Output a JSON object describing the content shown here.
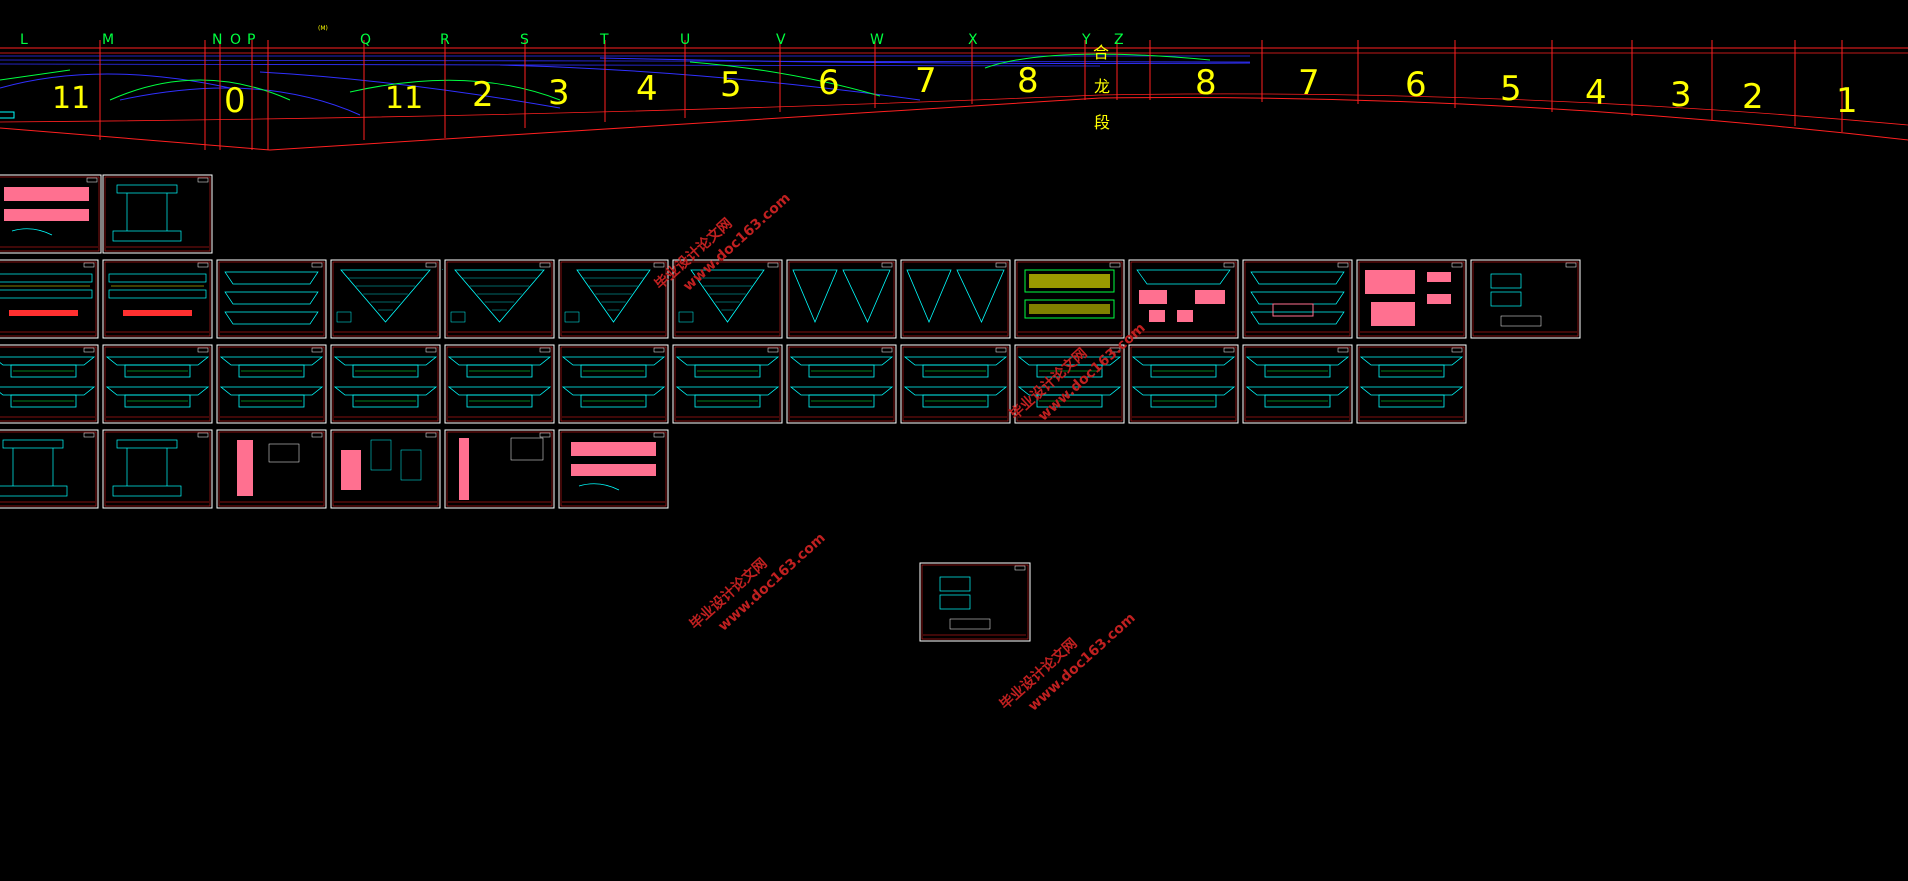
{
  "drawing": {
    "grid_letters": [
      "L",
      "M",
      "N",
      "O",
      "P",
      "Q",
      "R",
      "S",
      "T",
      "U",
      "V",
      "W",
      "X",
      "Y",
      "Z"
    ],
    "segment_numbers_left": [
      "11",
      "0",
      "11",
      "2",
      "3",
      "4",
      "5",
      "6",
      "7",
      "8"
    ],
    "segment_numbers_right": [
      "8",
      "7",
      "6",
      "5",
      "4",
      "3",
      "2",
      "1"
    ],
    "closure_label": "合龙段",
    "closure_chars": [
      "合",
      "龙",
      "段"
    ],
    "small_label": "(M)"
  },
  "sheet_rows": {
    "row1_count": 2,
    "row2_count": 14,
    "row3_count": 13,
    "row4_count": 6,
    "detached_count": 1
  },
  "watermark": {
    "text_cn": "毕业设计论文网",
    "text_url": "www.doc163.com"
  },
  "colors": {
    "background": "#000000",
    "sheet_border": "#ffffff",
    "profile_red": "#ff2020",
    "profile_blue": "#3030ff",
    "cyan": "#00ffff",
    "green": "#00ff40",
    "yellow": "#ffff00",
    "pink": "#ff7090",
    "watermark": "#c02020"
  }
}
